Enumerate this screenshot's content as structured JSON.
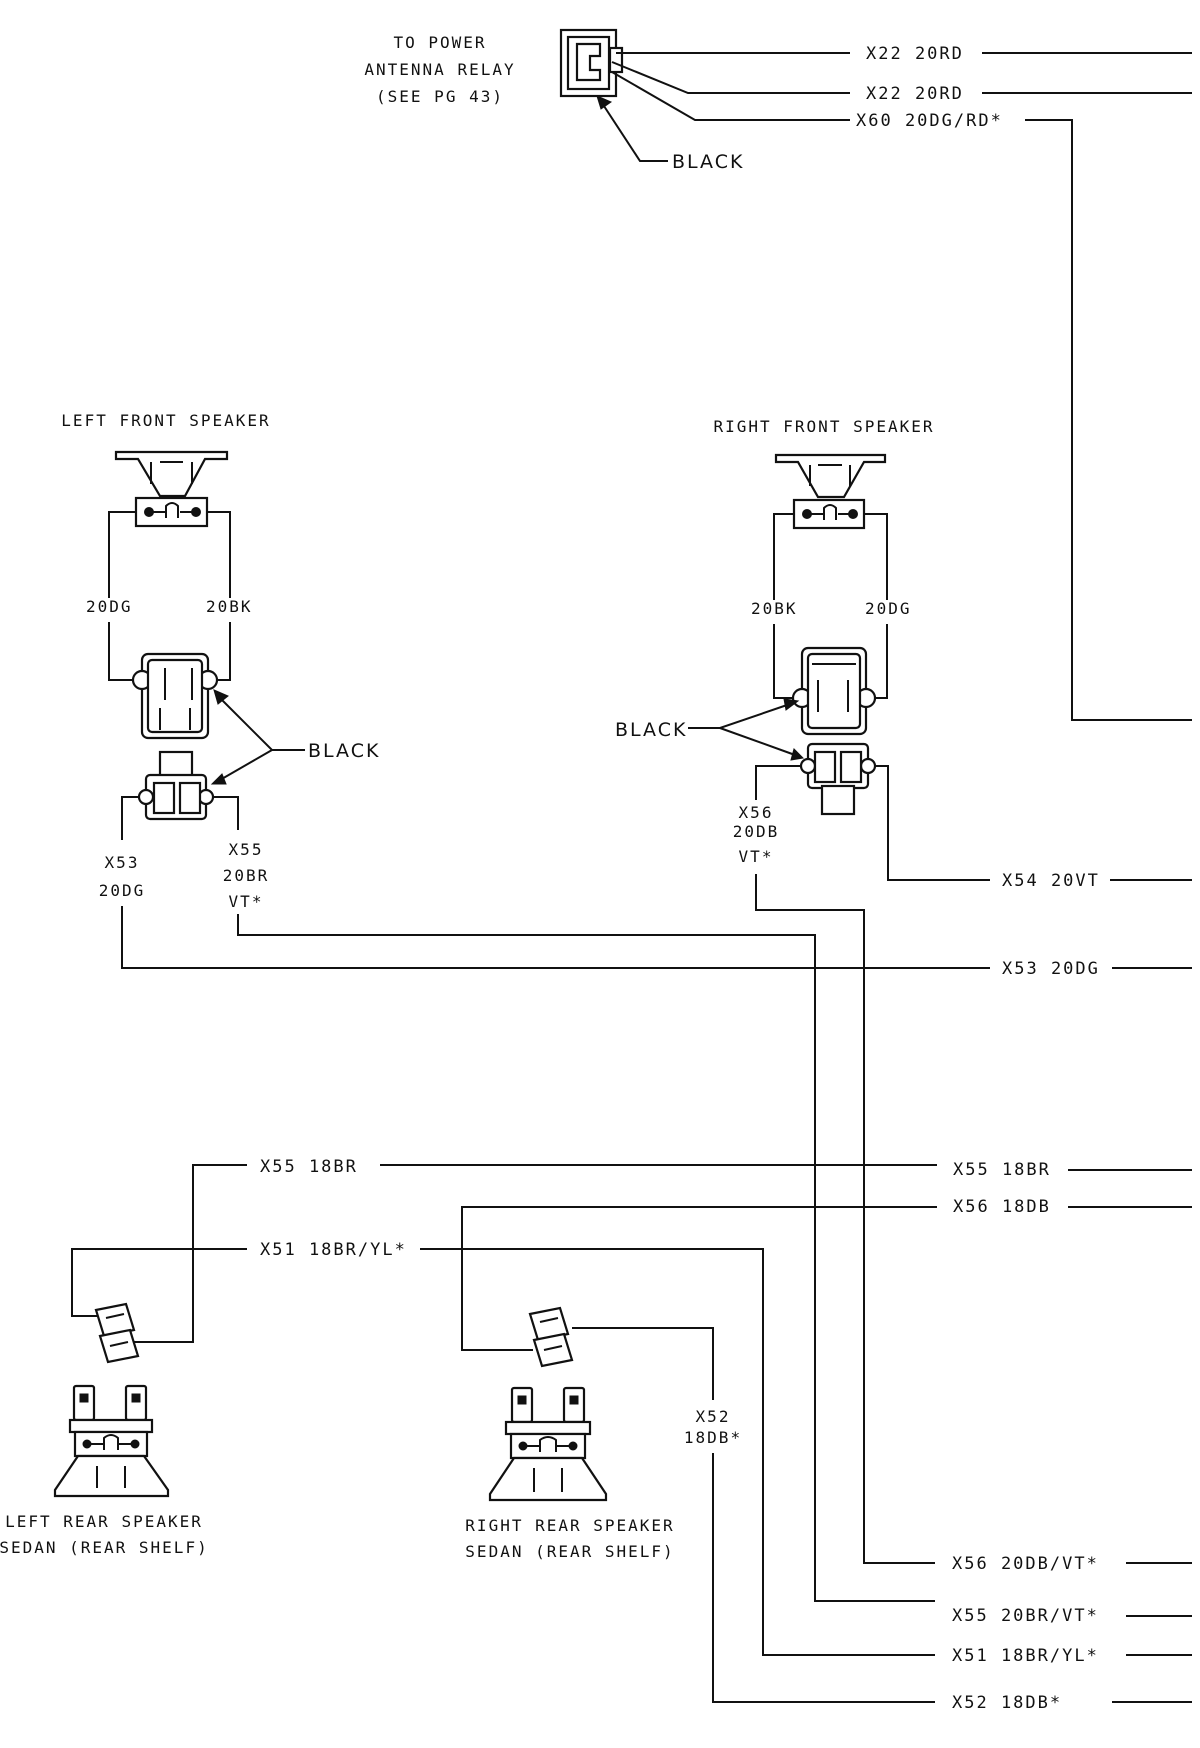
{
  "antenna": {
    "label_lines": [
      "TO POWER",
      "ANTENNA RELAY",
      "(SEE PG 43)"
    ],
    "connector_color": "BLACK",
    "wires": [
      "X22 20RD",
      "X22 20RD",
      "X60 20DG/RD*"
    ]
  },
  "left_front": {
    "title": "LEFT FRONT SPEAKER",
    "wire_left": "20DG",
    "wire_right": "20BK",
    "connector_color": "BLACK",
    "circuit_a_lines": [
      "X53",
      "20DG"
    ],
    "circuit_b_lines": [
      "X55",
      "20BR",
      "VT*"
    ]
  },
  "right_front": {
    "title": "RIGHT FRONT SPEAKER",
    "wire_left": "20BK",
    "wire_right": "20DG",
    "connector_color": "BLACK",
    "circuit_lines": [
      "X56",
      "20DB",
      "VT*"
    ]
  },
  "trunk_labels": [
    "X54 20VT",
    "X53 20DG"
  ],
  "rear": {
    "wire_left_1": "X55 18BR",
    "wire_left_2": "X51 18BR/YL*",
    "right_1": "X55 18BR",
    "right_2": "X56 18DB",
    "x52_lines": [
      "X52",
      "18DB*"
    ],
    "left_title": [
      "LEFT REAR SPEAKER",
      "SEDAN (REAR SHELF)"
    ],
    "right_title": [
      "RIGHT REAR SPEAKER",
      "SEDAN (REAR SHELF)"
    ]
  },
  "bottom_labels": [
    "X56 20DB/VT*",
    "X55 20BR/VT*",
    "X51 18BR/YL*",
    "X52 18DB*"
  ]
}
